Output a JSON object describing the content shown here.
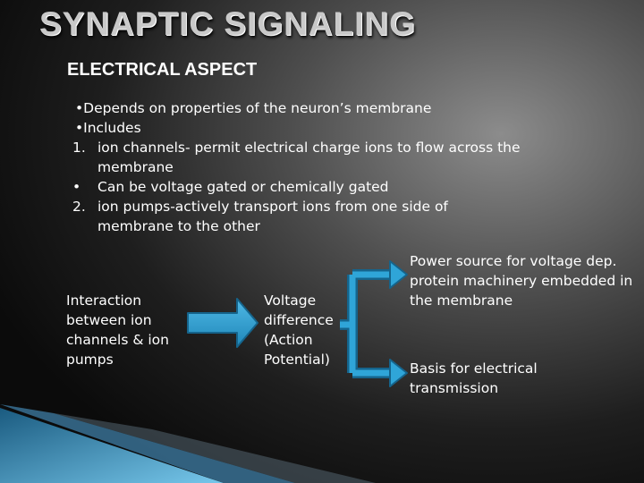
{
  "slide": {
    "title": "SYNAPTIC SIGNALING",
    "subtitle": "ELECTRICAL ASPECT"
  },
  "bullets": [
    {
      "marker": "•",
      "text": "Depends on properties of the neuron’s membrane"
    },
    {
      "marker": "•",
      "text": "Includes"
    },
    {
      "marker": "1.",
      "text": "ion channels- permit electrical charge ions to flow across the membrane"
    },
    {
      "marker": "•",
      "text": "Can be voltage gated or chemically gated"
    },
    {
      "marker": "2.",
      "text": "ion pumps-actively transport ions from one side of membrane to the other"
    }
  ],
  "diagram": {
    "box_interaction": "Interaction between ion channels & ion pumps",
    "box_voltage": "Voltage difference (Action Potential)",
    "box_power": "Power source for voltage dep. protein machinery embedded in the membrane",
    "box_basis": "Basis for electrical transmission",
    "arrow_color": "#2a9fd0",
    "arrow_dark": "#1a6f95"
  },
  "colors": {
    "accent_blue": "#4fb3e6",
    "text": "#ffffff"
  }
}
